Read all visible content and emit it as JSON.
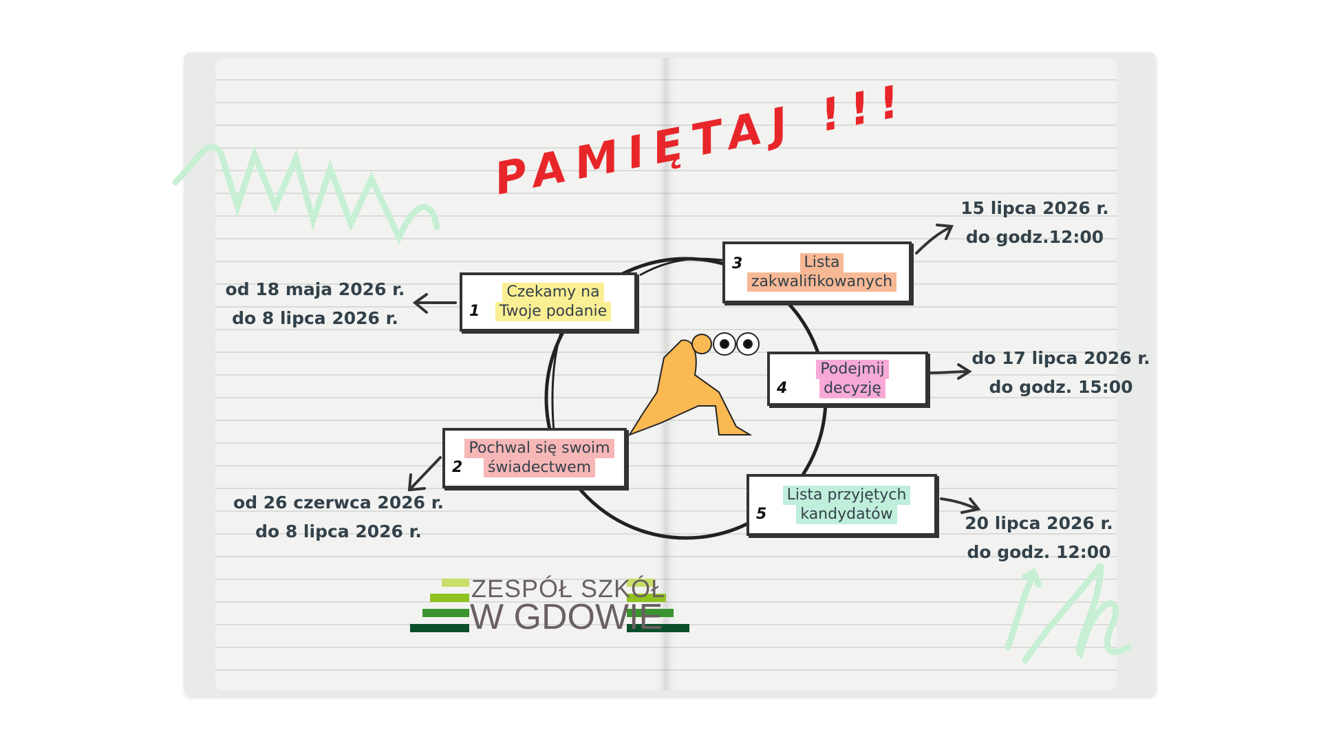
{
  "title": "PAMIĘTAJ !!!",
  "steps": [
    {
      "num": "1",
      "line1": "Czekamy na",
      "line2": "Twoje podanie",
      "highlight": "#fbef93"
    },
    {
      "num": "2",
      "line1": "Pochwal się swoim",
      "line2": "świadectwem",
      "highlight": "#f7b7b7"
    },
    {
      "num": "3",
      "line1": "Lista",
      "line2": "zakwalifikowanych",
      "highlight": "#f7b895"
    },
    {
      "num": "4",
      "line1": "Podejmij",
      "line2": "decyzję",
      "highlight": "#f6a9d6"
    },
    {
      "num": "5",
      "line1": "Lista przyjętych",
      "line2": "kandydatów",
      "highlight": "#bfeedb"
    }
  ],
  "dates": [
    {
      "line1": "od 18 maja 2026 r.",
      "line2": "do 8 lipca 2026 r."
    },
    {
      "line1": "od 26 czerwca 2026 r.",
      "line2": "do 8 lipca 2026 r."
    },
    {
      "line1": "15 lipca 2026 r.",
      "line2": "do godz.12:00"
    },
    {
      "line1": "do 17 lipca 2026 r.",
      "line2": "do godz. 15:00"
    },
    {
      "line1": "20 lipca 2026 r.",
      "line2": "do godz. 12:00"
    }
  ],
  "logo": {
    "line1": "ZESPÓŁ SZKÓŁ",
    "line2": "W GDOWIE"
  },
  "colors": {
    "title": "#e8262a",
    "text": "#33414a",
    "scribble": "#c6efd3",
    "figure": "#fbb954"
  }
}
